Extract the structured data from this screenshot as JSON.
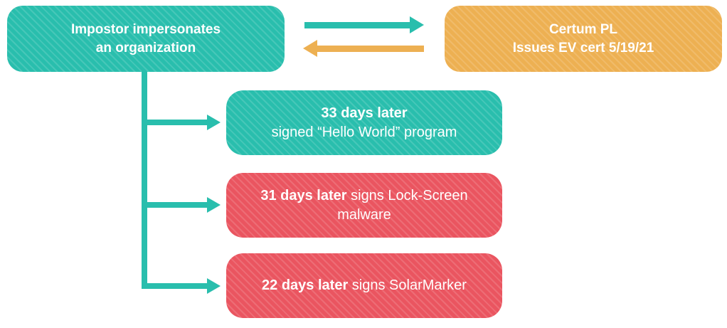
{
  "diagram": {
    "colors": {
      "teal": "#29BEAD",
      "orange": "#EDB052",
      "red": "#EA5560"
    },
    "impostor_box": {
      "line1": "Impostor impersonates",
      "line2": "an organization"
    },
    "certum_box": {
      "line1": "Certum PL",
      "line2": "Issues EV cert 5/19/21"
    },
    "timeline": [
      {
        "bold": "33 days later",
        "text": "signed “Hello World” program",
        "color": "teal"
      },
      {
        "bold": "31 days later",
        "text": " signs Lock-Screen malware",
        "color": "red"
      },
      {
        "bold": "22 days later",
        "text": " signs SolarMarker",
        "color": "red"
      }
    ]
  }
}
